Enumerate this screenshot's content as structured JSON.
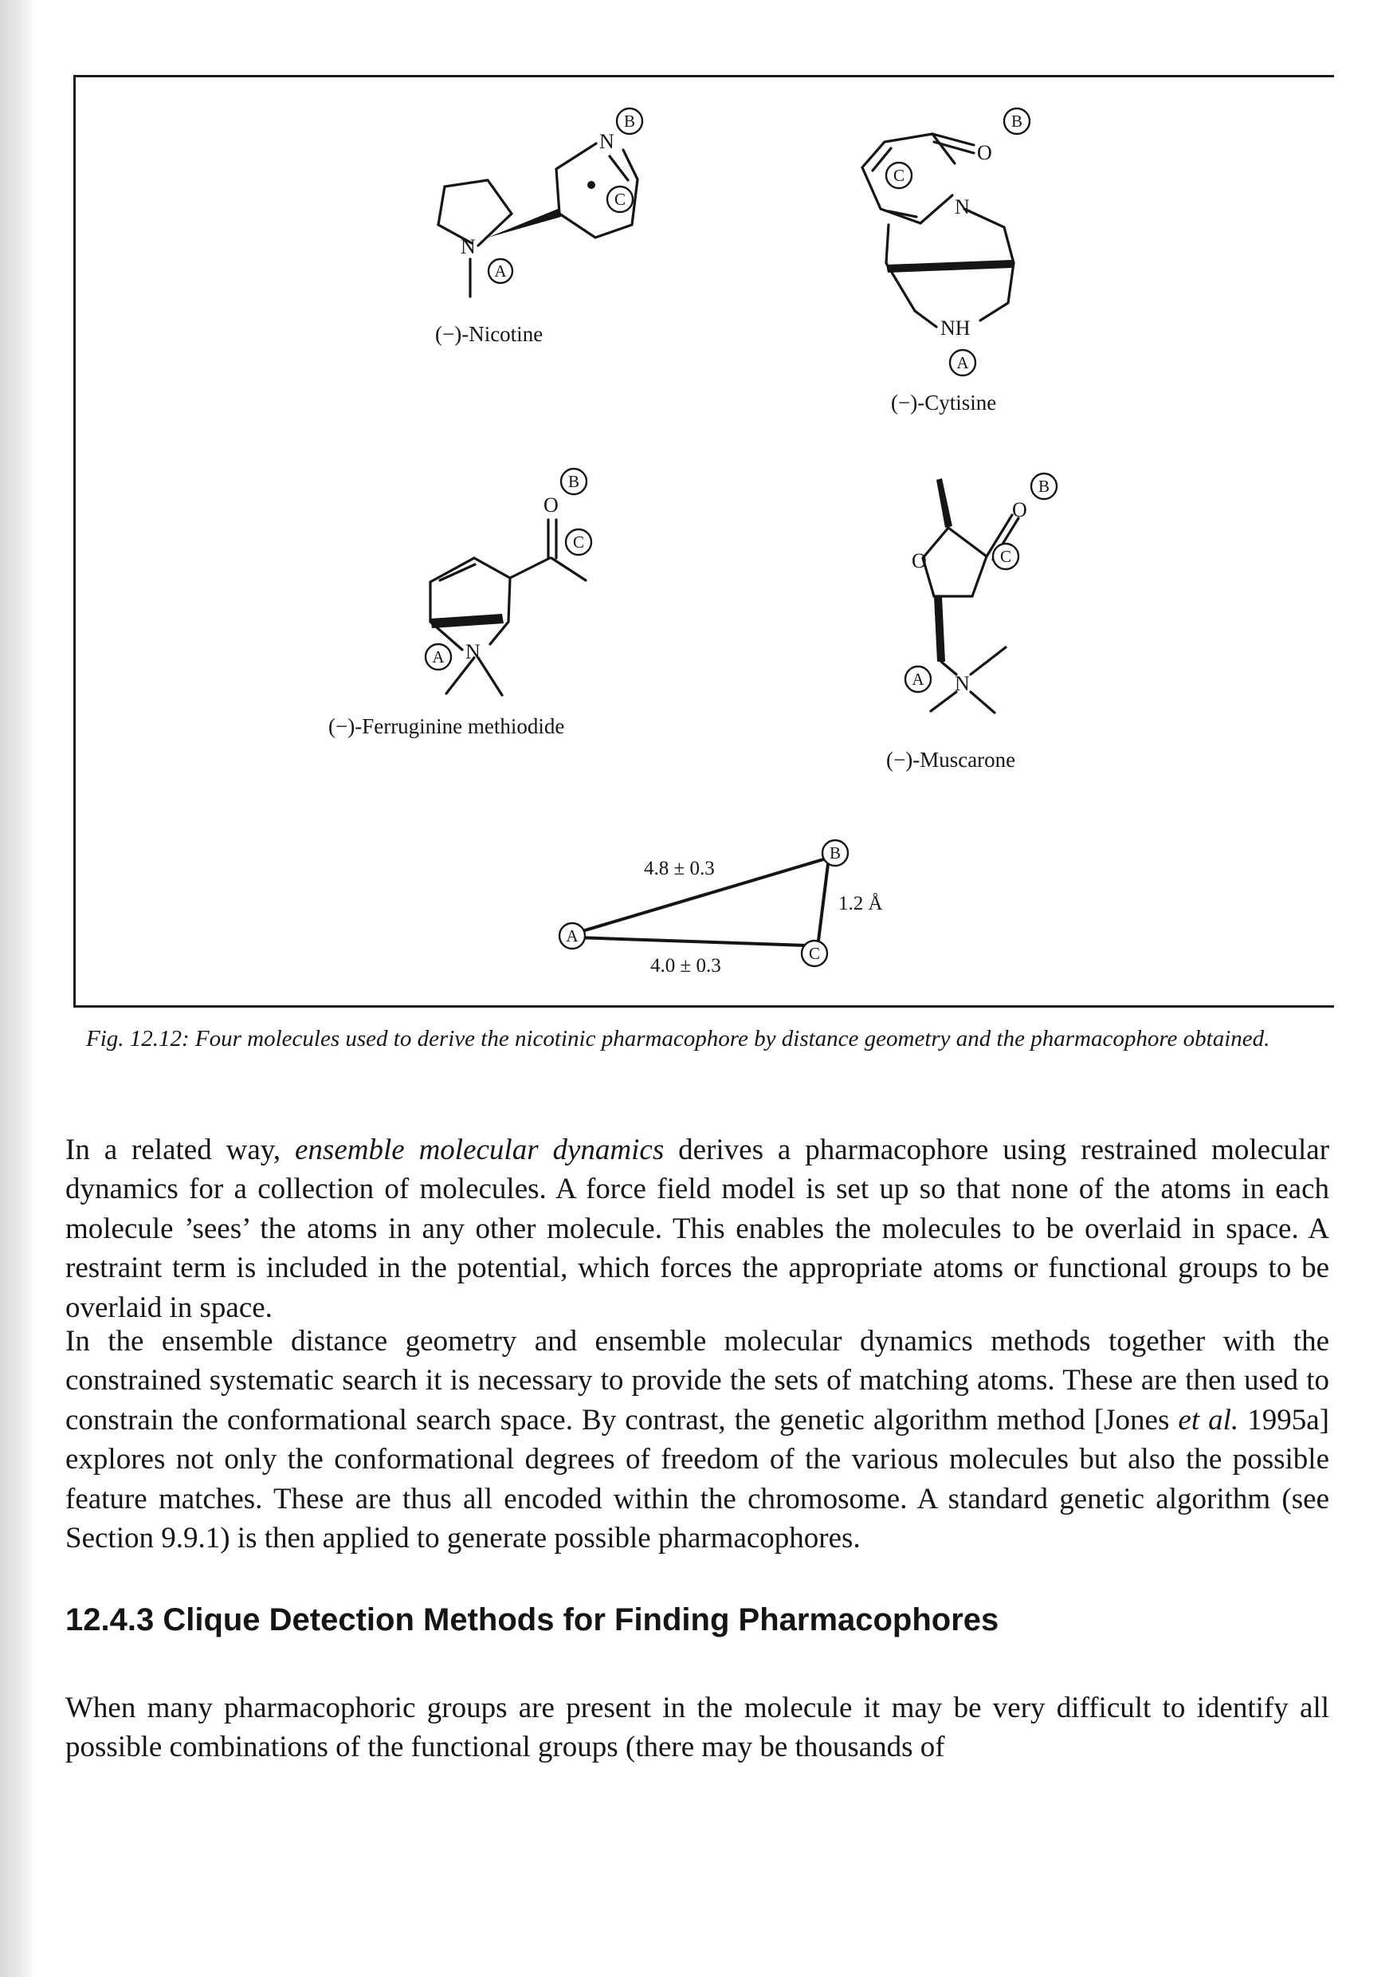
{
  "figure": {
    "molecules": [
      {
        "name": "(−)-Nicotine"
      },
      {
        "name": "(−)-Cytisine"
      },
      {
        "name": "(−)-Ferruginine methiodide"
      },
      {
        "name": "(−)-Muscarone"
      }
    ],
    "atom_labels": {
      "N": "N",
      "O": "O",
      "NH": "NH"
    },
    "site_labels": {
      "A": "A",
      "B": "B",
      "C": "C"
    },
    "pharmacophore": {
      "distance_AB": "4.8 ± 0.3",
      "distance_AC": "4.0 ± 0.3",
      "distance_BC": "1.2 Å"
    },
    "caption": "Fig. 12.12: Four molecules used to derive the nicotinic pharmacophore by distance geometry and the pharmacophore obtained."
  },
  "body": {
    "paragraph_1": {
      "before": "In a related way, ",
      "italic": "ensemble molecular dynamics",
      "after": " derives a pharmacophore using restrained molecular dynamics for a collection of molecules. A force field model is set up so that none of the atoms in each molecule ’sees’ the atoms in any other molecule. This enables the molecules to be overlaid in space. A restraint term is included in the potential, which forces the appropriate atoms or functional groups to be overlaid in space."
    },
    "paragraph_2": {
      "before": "In the ensemble distance geometry and ensemble molecular dynamics methods together with the constrained systematic search it is necessary to provide the sets of matching atoms. These are then used to constrain the conformational search space. By contrast, the genetic algorithm method [Jones ",
      "italic": "et al.",
      "after": " 1995a] explores not only the conformational degrees of freedom of the various molecules but also the possible feature matches. These are thus all encoded within the chromosome. A standard genetic algorithm (see Section 9.9.1) is then applied to generate possible pharmacophores."
    },
    "section_heading": "12.4.3 Clique Detection Methods for Finding Pharmacophores",
    "paragraph_3": "When many pharmacophoric groups are present in the molecule it may be very difficult to identify all possible combinations of the functional groups (there may be thousands of"
  }
}
